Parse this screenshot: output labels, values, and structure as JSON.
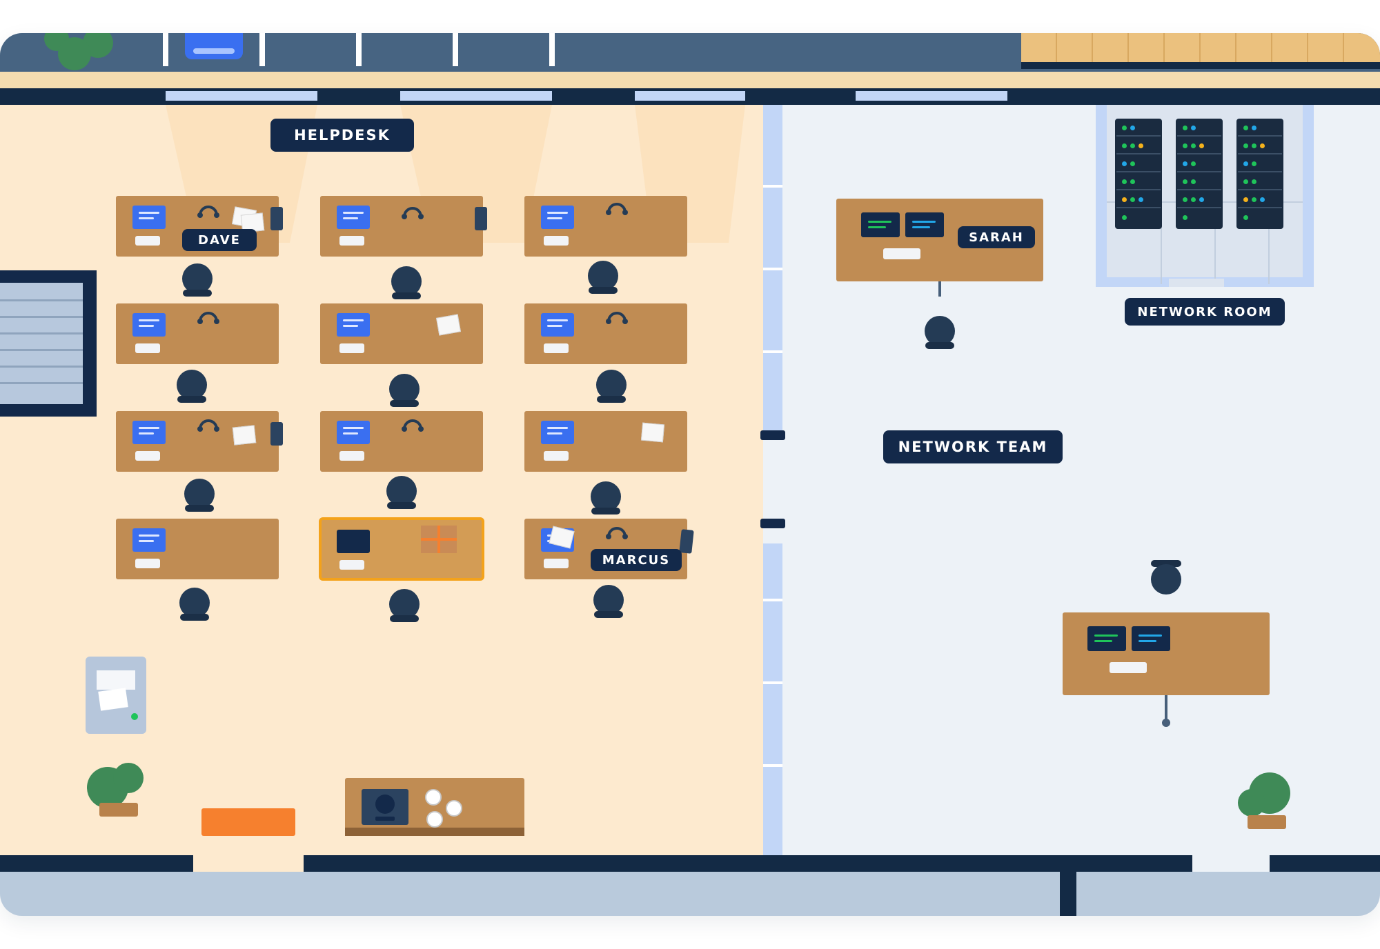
{
  "zones": {
    "helpdesk": "HELPDESK",
    "network_team": "NETWORK TEAM",
    "network_room": "NETWORK ROOM"
  },
  "people": {
    "dave": "DAVE",
    "sarah": "SARAH",
    "marcus": "MARCUS"
  },
  "colors": {
    "helpdesk_floor": "#fdeacf",
    "network_floor": "#edf2f7",
    "wall": "#132a45",
    "desk": "#c08c53",
    "selection": "#f3a21b",
    "monitor": "#3a6ff0",
    "chair": "#243b55",
    "label_bg": "#13294a",
    "mat": "#f6802e",
    "plant": "#3f8a57"
  },
  "icons": {
    "desk_monitor": "monitor-icon",
    "desk_phone": "phone-icon",
    "headset": "headset-icon",
    "server_rack": "server-rack-icon",
    "printer": "printer-icon",
    "coffee_machine": "coffee-machine-icon",
    "plant": "plant-icon",
    "selected_item": "package-icon"
  },
  "selected_desk": "helpdesk desk row 4, column 2"
}
